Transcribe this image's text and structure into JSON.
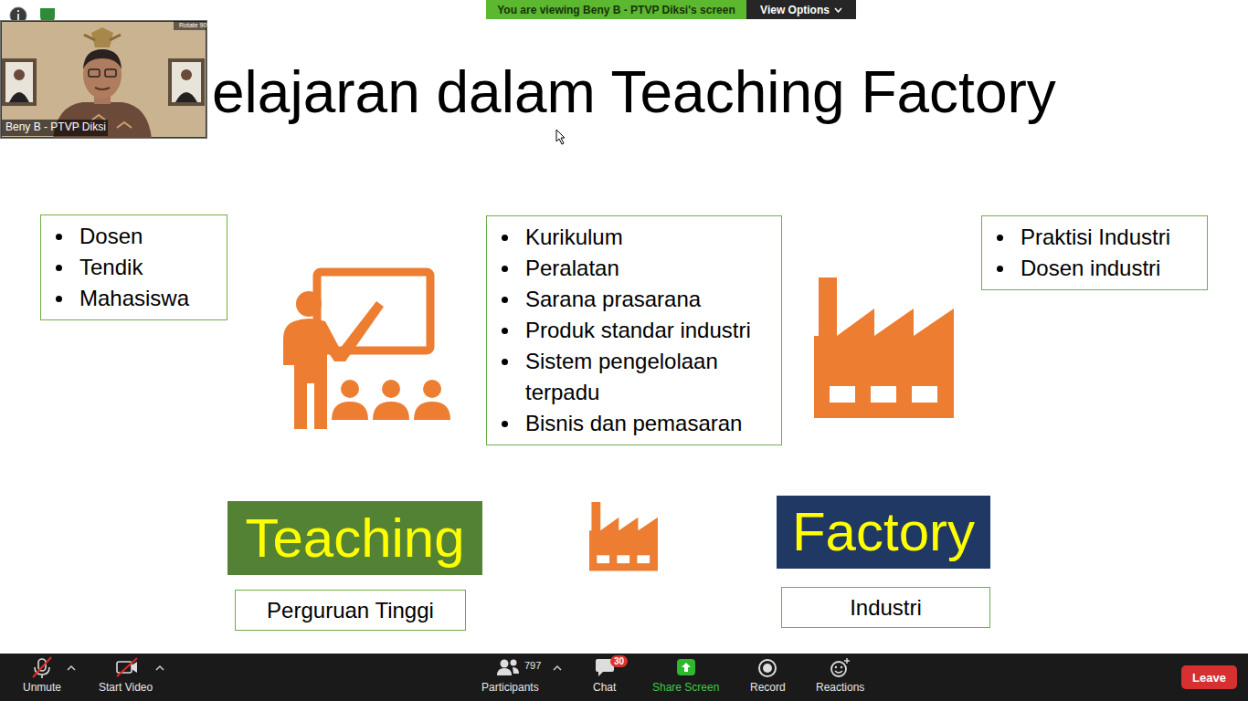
{
  "diagram": {
    "title": "elajaran dalam Teaching Factory",
    "nodes": [
      {
        "text": [
          "You are viewing Beny B - PTVP Diksi's screen"
        ]
      },
      {
        "text": [
          "View Options"
        ]
      },
      {
        "text": [
          "Dosen",
          "Tendik",
          "Mahasiswa"
        ]
      },
      {
        "text": [
          "Kurikulum",
          "Peralatan",
          "Sarana prasarana",
          "Produk standar industri",
          "Sistem pengelolaan terpadu",
          "Bisnis dan pemasaran"
        ]
      },
      {
        "text": [
          "Praktisi Industri",
          "Dosen industri"
        ]
      },
      {
        "text": [
          "Teaching"
        ]
      },
      {
        "text": [
          "Perguruan Tinggi"
        ]
      },
      {
        "text": [
          "Factory"
        ]
      },
      {
        "text": [
          "Industri"
        ]
      },
      {
        "text": [
          "30"
        ]
      },
      {
        "text": [
          "Leave"
        ]
      }
    ],
    "labels": [
      "Beny B - PTVP Diksi",
      "Rotate 90°",
      "Unmute",
      "Start Video",
      "797",
      "Participants",
      "Chat",
      "Share Screen",
      "Record",
      "Reactions"
    ]
  }
}
